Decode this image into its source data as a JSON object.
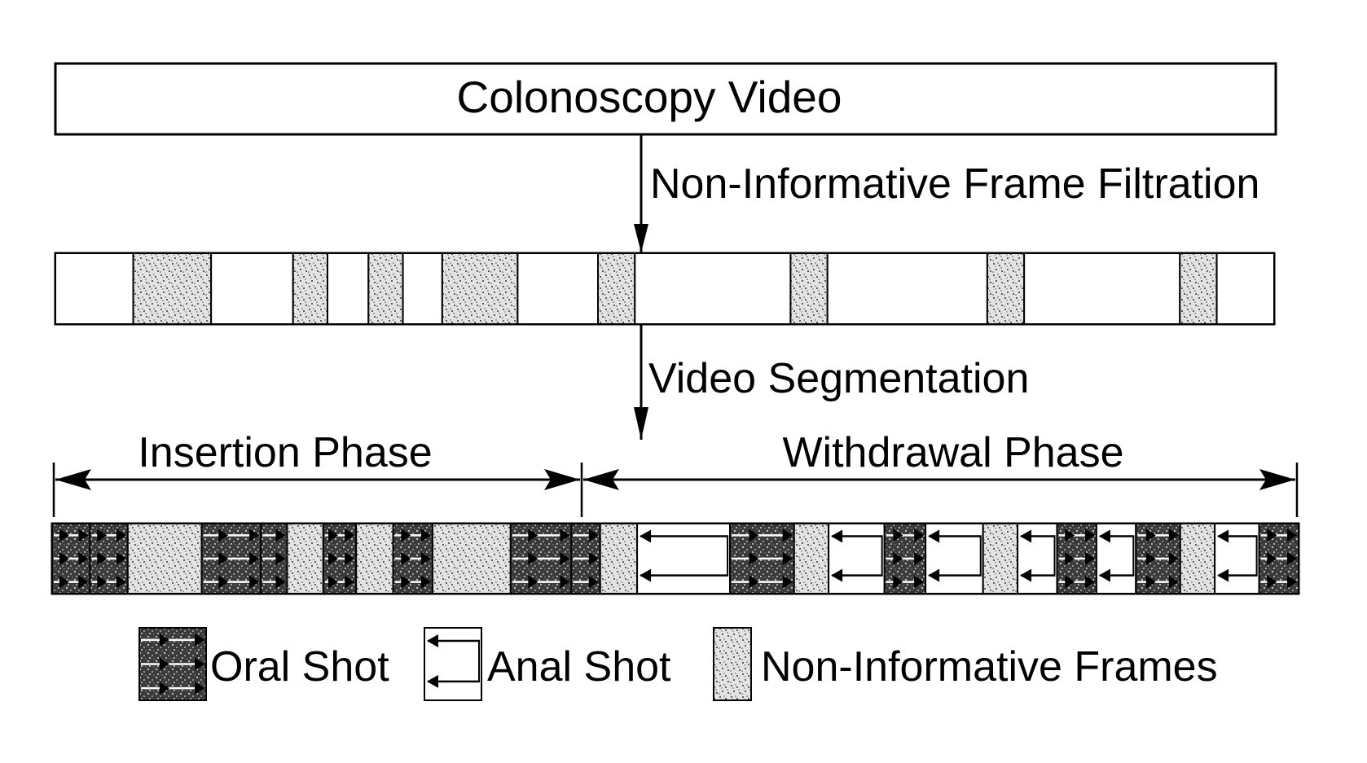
{
  "title_box": {
    "label": "Colonoscopy Video"
  },
  "steps": [
    {
      "label": "Non-Informative Frame Filtration"
    },
    {
      "label": "Video Segmentation"
    }
  ],
  "phases": [
    {
      "label": "Insertion Phase"
    },
    {
      "label": "Withdrawal Phase"
    }
  ],
  "filtered_strip": {
    "segments": [
      "blank",
      "noise",
      "blank",
      "noise",
      "blank",
      "noise",
      "blank",
      "noise",
      "blank",
      "noise",
      "blank",
      "noise",
      "blank",
      "noise",
      "blank",
      "noise",
      "blank"
    ]
  },
  "segmented_strip": {
    "segments": [
      "oral",
      "oral",
      "noise",
      "oral",
      "oral",
      "noise",
      "oral",
      "noise",
      "oral",
      "noise",
      "oral",
      "oral",
      "noise",
      "anal",
      "oral",
      "noise",
      "anal",
      "oral",
      "anal",
      "noise",
      "anal",
      "oral",
      "anal",
      "oral",
      "noise",
      "anal",
      "oral"
    ]
  },
  "legend": [
    {
      "kind": "oral",
      "label": "Oral Shot"
    },
    {
      "kind": "anal",
      "label": "Anal Shot"
    },
    {
      "kind": "noise",
      "label": "Non-Informative Frames"
    }
  ],
  "colors": {
    "stroke": "#000000",
    "dark_fill": "#1a1a1a",
    "noise_fill": "#d9d9d9"
  }
}
